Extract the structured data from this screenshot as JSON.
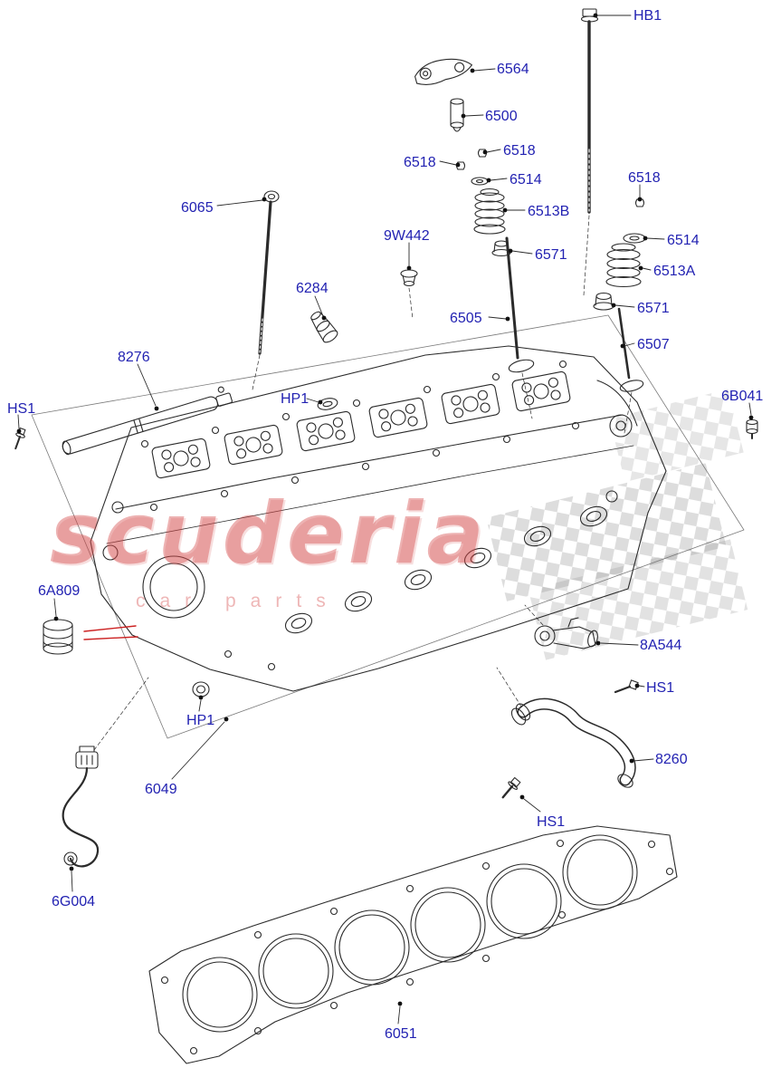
{
  "watermark": {
    "brand": "scuderia",
    "tagline": "car parts",
    "color": "#d54848"
  },
  "diagram": {
    "description": "Cylinder head exploded parts diagram with head gasket",
    "label_color": "#2222b2",
    "line_color": "#2b2b2b"
  },
  "labels": [
    {
      "id": "HB1",
      "text": "HB1"
    },
    {
      "id": "6564",
      "text": "6564"
    },
    {
      "id": "6500",
      "text": "6500"
    },
    {
      "id": "6518-a",
      "text": "6518"
    },
    {
      "id": "6518-b",
      "text": "6518"
    },
    {
      "id": "6514-a",
      "text": "6514"
    },
    {
      "id": "6518-c",
      "text": "6518"
    },
    {
      "id": "6513B",
      "text": "6513B"
    },
    {
      "id": "6065",
      "text": "6065"
    },
    {
      "id": "9W442",
      "text": "9W442"
    },
    {
      "id": "6514-b",
      "text": "6514"
    },
    {
      "id": "6571-a",
      "text": "6571"
    },
    {
      "id": "6513A",
      "text": "6513A"
    },
    {
      "id": "6284",
      "text": "6284"
    },
    {
      "id": "6571-b",
      "text": "6571"
    },
    {
      "id": "6505",
      "text": "6505"
    },
    {
      "id": "6507",
      "text": "6507"
    },
    {
      "id": "8276",
      "text": "8276"
    },
    {
      "id": "HS1-a",
      "text": "HS1"
    },
    {
      "id": "HP1-a",
      "text": "HP1"
    },
    {
      "id": "6B041",
      "text": "6B041"
    },
    {
      "id": "6A809",
      "text": "6A809"
    },
    {
      "id": "8A544",
      "text": "8A544"
    },
    {
      "id": "HS1-b",
      "text": "HS1"
    },
    {
      "id": "HP1-b",
      "text": "HP1"
    },
    {
      "id": "8260",
      "text": "8260"
    },
    {
      "id": "6049",
      "text": "6049"
    },
    {
      "id": "HS1-c",
      "text": "HS1"
    },
    {
      "id": "6G004",
      "text": "6G004"
    },
    {
      "id": "6051",
      "text": "6051"
    }
  ]
}
